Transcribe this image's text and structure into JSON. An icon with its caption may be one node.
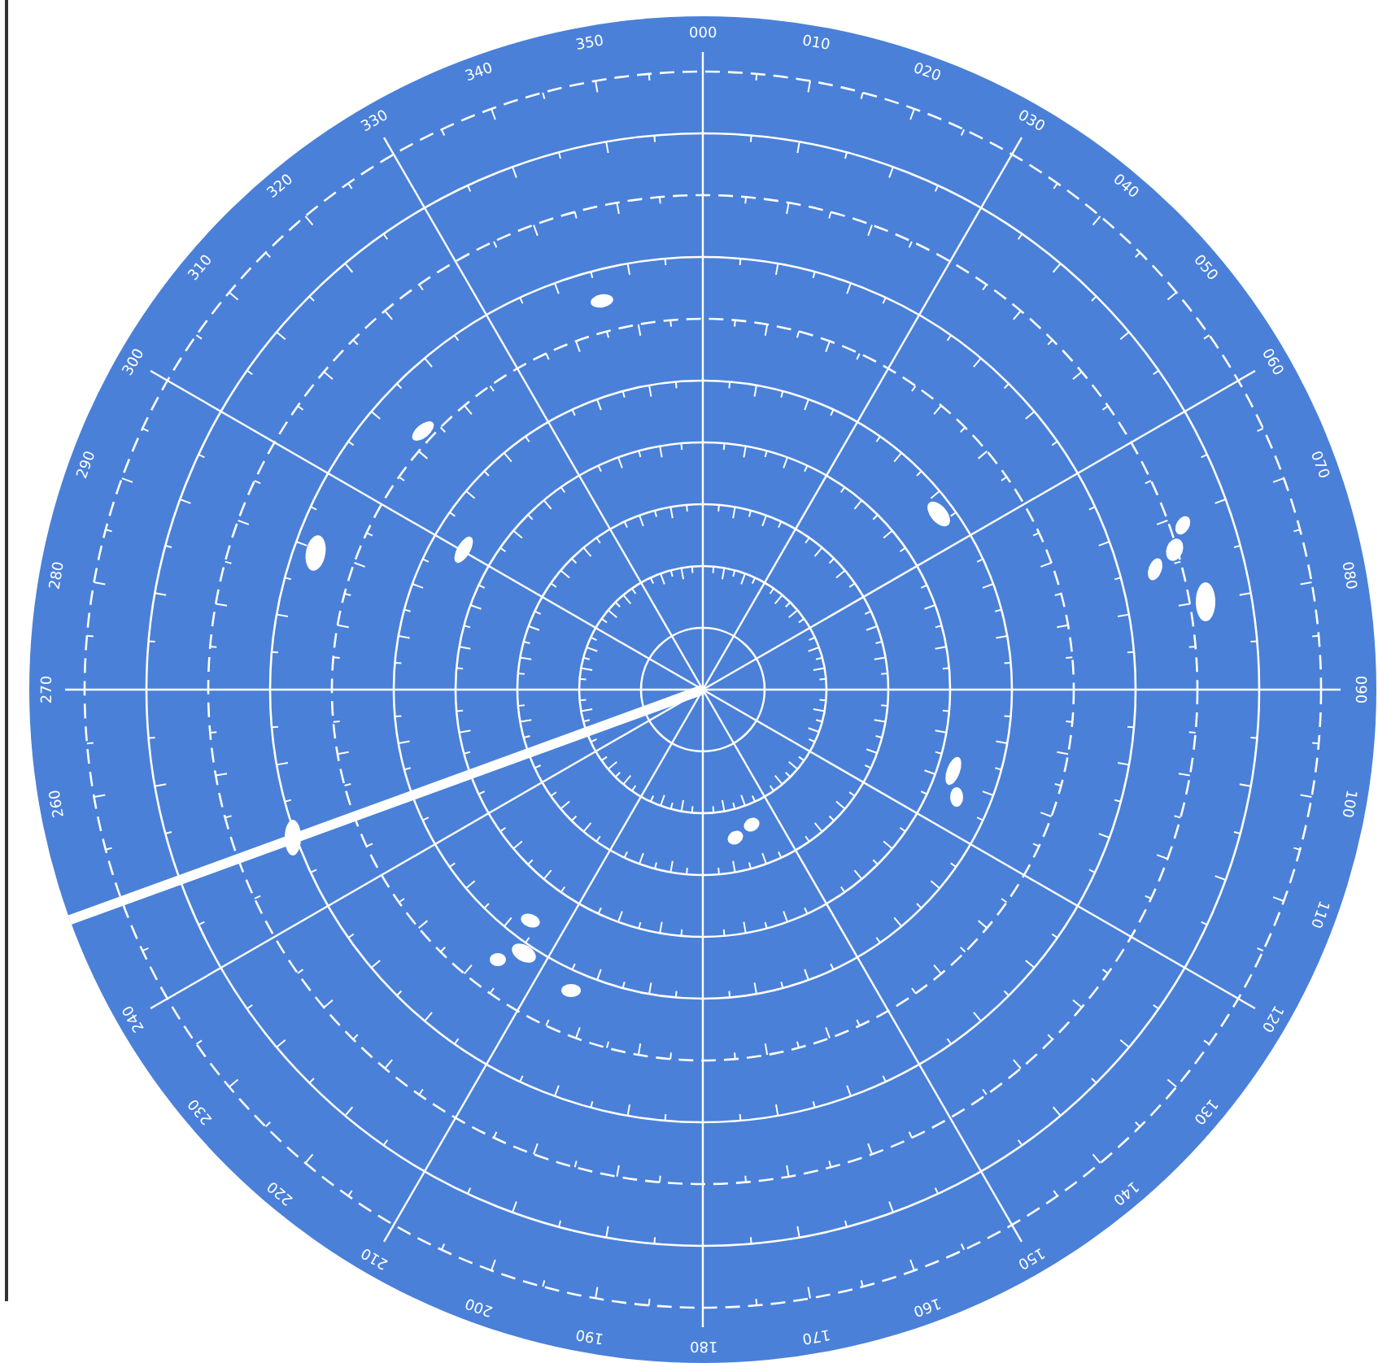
{
  "diagram": {
    "labels": [
      "000",
      "010",
      "020",
      "030",
      "040",
      "050",
      "060",
      "070",
      "080",
      "090",
      "100",
      "110",
      "120",
      "130",
      "140",
      "150",
      "160",
      "170",
      "180",
      "190",
      "200",
      "210",
      "220",
      "230",
      "240",
      "260",
      "270",
      "280",
      "290",
      "300",
      "310",
      "320",
      "330",
      "340",
      "350"
    ]
  }
}
